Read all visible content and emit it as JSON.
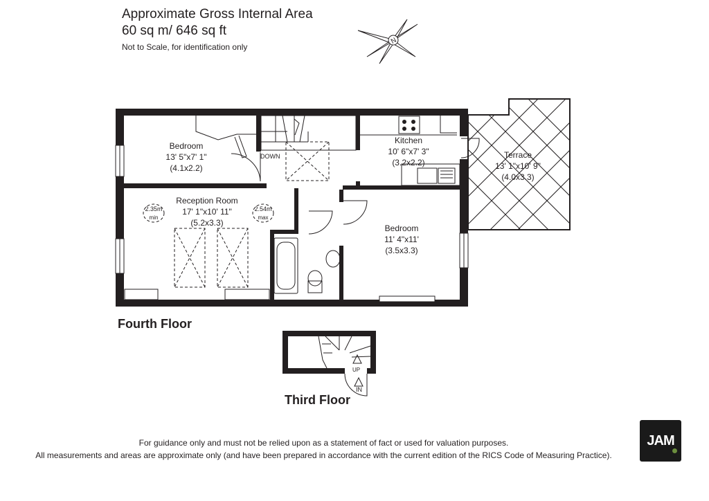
{
  "header": {
    "title": "Approximate Gross Internal Area",
    "area": "60 sq m/  646 sq ft",
    "note": "Not to Scale, for identification only"
  },
  "compass": {
    "letter": "N"
  },
  "rooms": {
    "bedroom1": {
      "name": "Bedroom",
      "imperial": "13' 5\"x7' 1\"",
      "metric": "(4.1x2.2)"
    },
    "kitchen": {
      "name": "Kitchen",
      "imperial": "10' 6\"x7' 3\"",
      "metric": "(3.2x2.2)"
    },
    "terrace": {
      "name": "Terrace",
      "imperial": "13' 1\"x10' 9\"",
      "metric": "(4.0x3.3)"
    },
    "reception": {
      "name": "Reception Room",
      "imperial": "17' 1\"x10' 11\"",
      "metric": "(5.2x3.3)"
    },
    "bedroom2": {
      "name": "Bedroom",
      "imperial": "11' 4\"x11'",
      "metric": "(3.5x3.3)"
    }
  },
  "ceiling": {
    "min": {
      "value": "2.35m",
      "label": "min"
    },
    "max": {
      "value": "2.54m",
      "label": "max"
    }
  },
  "stairs": {
    "down": "DOWN",
    "up": "UP",
    "in": "IN"
  },
  "floors": {
    "fourth": "Fourth Floor",
    "third": "Third Floor"
  },
  "footer": {
    "line1": "For guidance only and must not be relied upon as a statement of fact or used for valuation purposes.",
    "line2": "All measurements and areas are approximate only (and have been prepared in accordance with the current edition of the RICS Code of Measuring Practice)."
  },
  "logo": {
    "text": "JAM"
  },
  "colors": {
    "wall": "#231f20",
    "logo_bg": "#1a1a1a",
    "logo_dot": "#6c8f3e"
  }
}
